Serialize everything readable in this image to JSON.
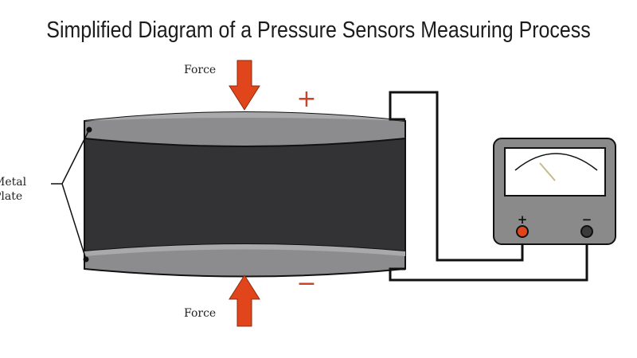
{
  "title": "Simplified Diagram of a Pressure Sensors Measuring Process",
  "labels": {
    "force_top": "Force",
    "force_bottom": "Force",
    "plate_line1": "Metal",
    "plate_line2": "Plate",
    "sign_top": "+",
    "sign_bottom": "−",
    "meter_plus": "+",
    "meter_minus": "−"
  },
  "colors": {
    "arrow": "#e0451c",
    "plate": "#8c8c8f",
    "dielectric": "#333336",
    "meter_body": "#8a8a8a",
    "needle": "#c7b98a",
    "terminal_positive": "#e0451c",
    "terminal_negative": "#3a3a3a"
  }
}
